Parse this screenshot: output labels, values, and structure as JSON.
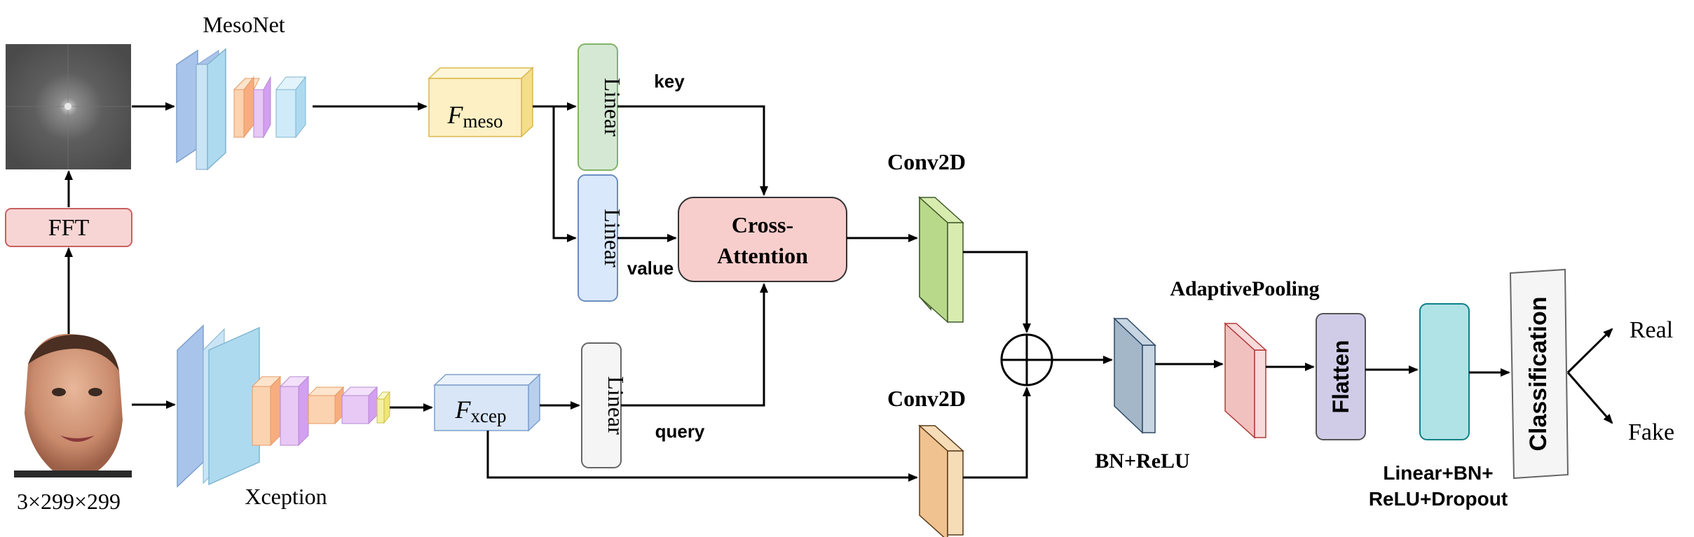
{
  "spectrum_label": "",
  "fft_label": "FFT",
  "input_size": "3×299×299",
  "mesonet_label": "MesoNet",
  "xception_label": "Xception",
  "f_meso": {
    "base": "F",
    "sub": "meso"
  },
  "f_xcep": {
    "base": "F",
    "sub": "xcep"
  },
  "linear_key": "Linear",
  "linear_value": "Linear",
  "linear_query": "Linear",
  "key_label": "key",
  "value_label": "value",
  "query_label": "query",
  "cross_attention": [
    "Cross-",
    "Attention"
  ],
  "conv2d_top": "Conv2D",
  "conv2d_bottom": "Conv2D",
  "adaptive_pooling": "AdaptivePooling",
  "bn_relu": "BN+ReLU",
  "flatten": "Flatten",
  "linear_bn": [
    "Linear+BN+",
    "ReLU+Dropout"
  ],
  "classification": "Classification",
  "outputs": [
    "Real",
    "Fake"
  ],
  "colors": {
    "fft_fill": "#f8d5d5",
    "fft_stroke": "#c96060",
    "fmeso_fill": "#fdf0c4",
    "fxcep_fill": "#d8e6f8",
    "linear_key_fill": "#d5e8d4",
    "linear_value_fill": "#dae8fc",
    "linear_query_fill": "#f5f5f5",
    "cross_attention_fill": "#f8cecc",
    "conv_top_fill": "#b9d98a",
    "conv_bottom_fill": "#f0c28f",
    "bn_fill": "#a3b7c9",
    "pool_fill": "#f1c1c0",
    "flatten_fill": "#d0cce8",
    "linear_bn_fill": "#b0e3e6"
  }
}
